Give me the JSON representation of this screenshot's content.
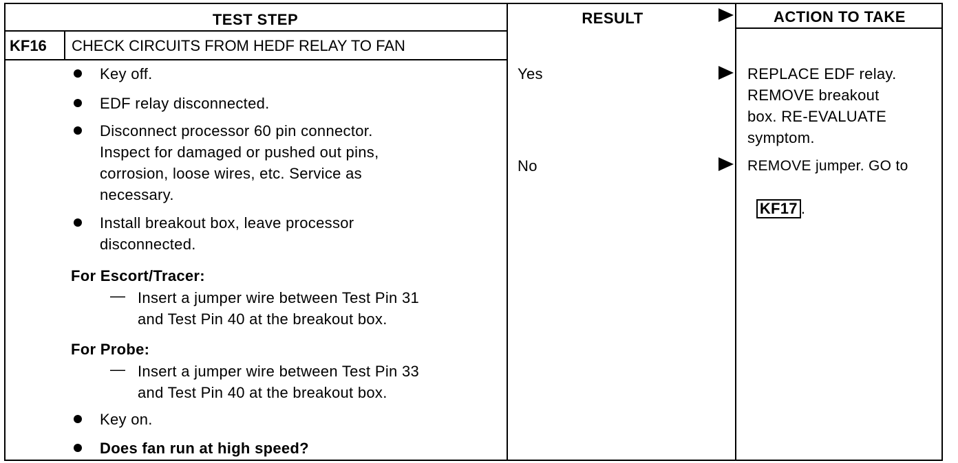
{
  "header": {
    "test_step": "TEST STEP",
    "result": "RESULT",
    "action": "ACTION TO TAKE"
  },
  "step": {
    "id": "KF16",
    "title": "CHECK CIRCUITS FROM HEDF RELAY TO FAN"
  },
  "instructions": {
    "b1": "Key off.",
    "b2": "EDF relay disconnected.",
    "b3_l1": "Disconnect processor 60 pin connector.",
    "b3_l2": "Inspect for damaged or pushed out pins,",
    "b3_l3": "corrosion, loose wires, etc. Service as",
    "b3_l4": "necessary.",
    "b4_l1": "Install breakout box, leave processor",
    "b4_l2": "disconnected.",
    "escort_head": "For Escort/Tracer:",
    "escort_l1": "Insert a jumper wire between Test Pin 31",
    "escort_l2": "and Test Pin 40 at the breakout box.",
    "probe_head": "For Probe:",
    "probe_l1": "Insert a jumper wire between Test Pin 33",
    "probe_l2": "and Test Pin 40 at the breakout box.",
    "b5": "Key on.",
    "b6": "Does fan run at high speed?",
    "dash": "—"
  },
  "results": {
    "yes": "Yes",
    "no": "No"
  },
  "actions": {
    "yes_l1": "REPLACE EDF relay.",
    "yes_l2": "REMOVE breakout",
    "yes_l3": "box. RE-EVALUATE",
    "yes_l4": "symptom.",
    "no_l1": "REMOVE jumper. GO to",
    "no_ref": "KF17",
    "no_end": "."
  }
}
